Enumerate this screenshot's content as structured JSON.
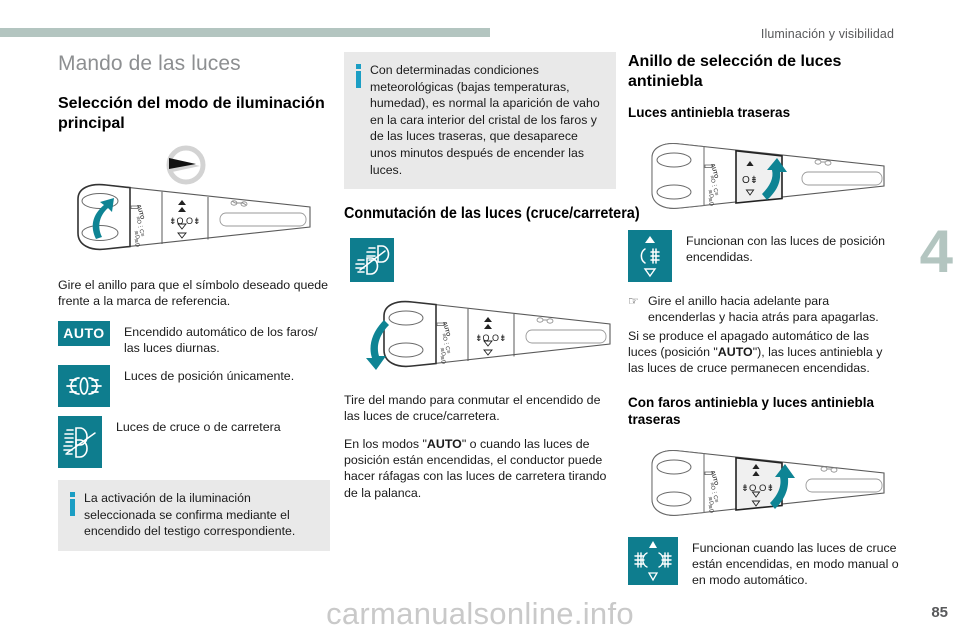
{
  "header": {
    "title": "Iluminación y visibilidad",
    "bar_color": "#b3c5c0"
  },
  "chapter": {
    "number": "4",
    "color": "#b3c5c0"
  },
  "page_number": "85",
  "watermark": "carmanualsonline.info",
  "colors": {
    "teal_icon": "#0e7d8e",
    "info_accent": "#1b9ec4",
    "note_background": "#e9e9e9",
    "arrow_teal": "#0e7d8e"
  },
  "column_left": {
    "section_title": "Mando de las luces",
    "heading": "Selección del modo de iluminación principal",
    "illustration_name": "light-stalk-ring-rotate-illustration",
    "intro": "Gire el anillo para que el símbolo deseado quede frente a la marca de referencia.",
    "mode_rows": [
      {
        "icon": "auto-headlights-icon",
        "icon_label": "AUTO",
        "caption": "Encendido automático de los faros/ las luces diurnas."
      },
      {
        "icon": "position-lights-icon",
        "icon_label": "",
        "caption": "Luces de posición únicamente."
      },
      {
        "icon": "dipped-main-beam-icon",
        "icon_label": "",
        "caption": "Luces de cruce o de carretera"
      }
    ],
    "note": "La activación de la iluminación seleccionada se confirma mediante el encendido del testigo correspondiente."
  },
  "column_middle": {
    "note": "Con determinadas condiciones meteorológicas (bajas temperaturas, humedad), es normal la aparición de vaho en la cara interior del cristal de los faros y de las luces traseras, que desaparece unos minutos después de encender las luces.",
    "heading": "Conmutación de las luces (cruce/carretera)",
    "icon": "dipped-main-beam-switch-icon",
    "illustration_name": "light-stalk-pull-illustration",
    "paragraph_1": "Tire del mando para conmutar el encendido de las luces de cruce/carretera.",
    "paragraph_2_pre": "En los modos \"",
    "paragraph_2_bold": "AUTO",
    "paragraph_2_post": "\" o cuando las luces de posición están encendidas, el conductor puede hacer ráfagas con las luces de carretera tirando de la palanca."
  },
  "column_right": {
    "heading": "Anillo de selección de luces antiniebla",
    "subheading_1": "Luces antiniebla traseras",
    "illustration_1_name": "fog-ring-forward-illustration",
    "row_1": {
      "icon": "rear-fog-light-ring-icon",
      "caption": "Funcionan con las luces de posición encendidas."
    },
    "bullet": {
      "glyph": "pointing-hand-icon",
      "text": "Gire el anillo hacia adelante para encenderlas y hacia atrás para apagarlas."
    },
    "paragraph_pre": "Si se produce el apagado automático de las luces (posición \"",
    "paragraph_bold": "AUTO",
    "paragraph_post": "\"), las luces antiniebla y las luces de cruce permanecen encendidas.",
    "subheading_2": "Con faros antiniebla y luces antiniebla traseras",
    "illustration_2_name": "front-rear-fog-ring-illustration",
    "row_2": {
      "icon": "front-rear-fog-light-ring-icon",
      "caption": "Funcionan cuando las luces de cruce están encendidas, en modo manual o en modo automático."
    }
  }
}
